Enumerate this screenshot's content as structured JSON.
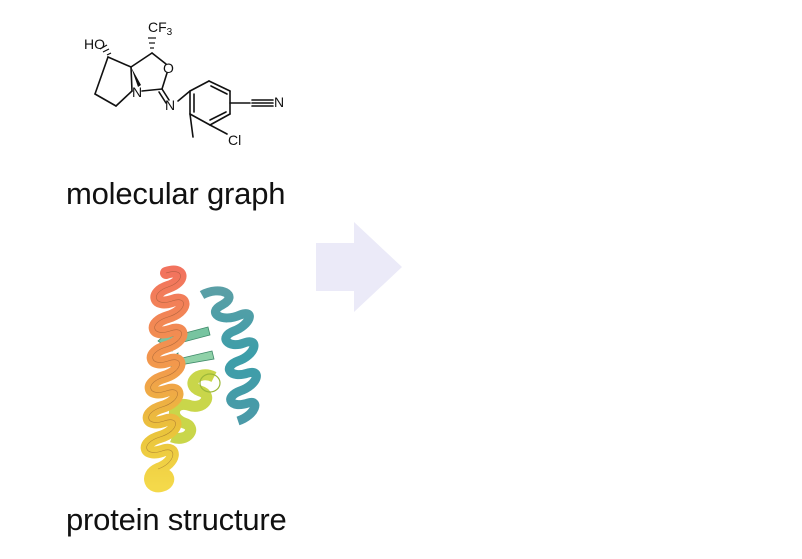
{
  "molecule": {
    "caption": "molecular graph",
    "atoms": {
      "hydroxyl": "HO",
      "trifluoromethyl": "CF",
      "trifluoromethyl_sub": "3",
      "ring_oxygen": "O",
      "ring_nitrogen": "N",
      "imine_nitrogen": "N",
      "nitrile_nitrogen": "N",
      "chlorine": "Cl"
    }
  },
  "protein": {
    "caption": "protein structure",
    "helix_colors": [
      "#f47a5e",
      "#f0934f",
      "#e8c23c",
      "#f2d84a",
      "#3e9ea6",
      "#5cb6a8"
    ]
  },
  "arrow": {
    "color": "#ebeaf8"
  }
}
